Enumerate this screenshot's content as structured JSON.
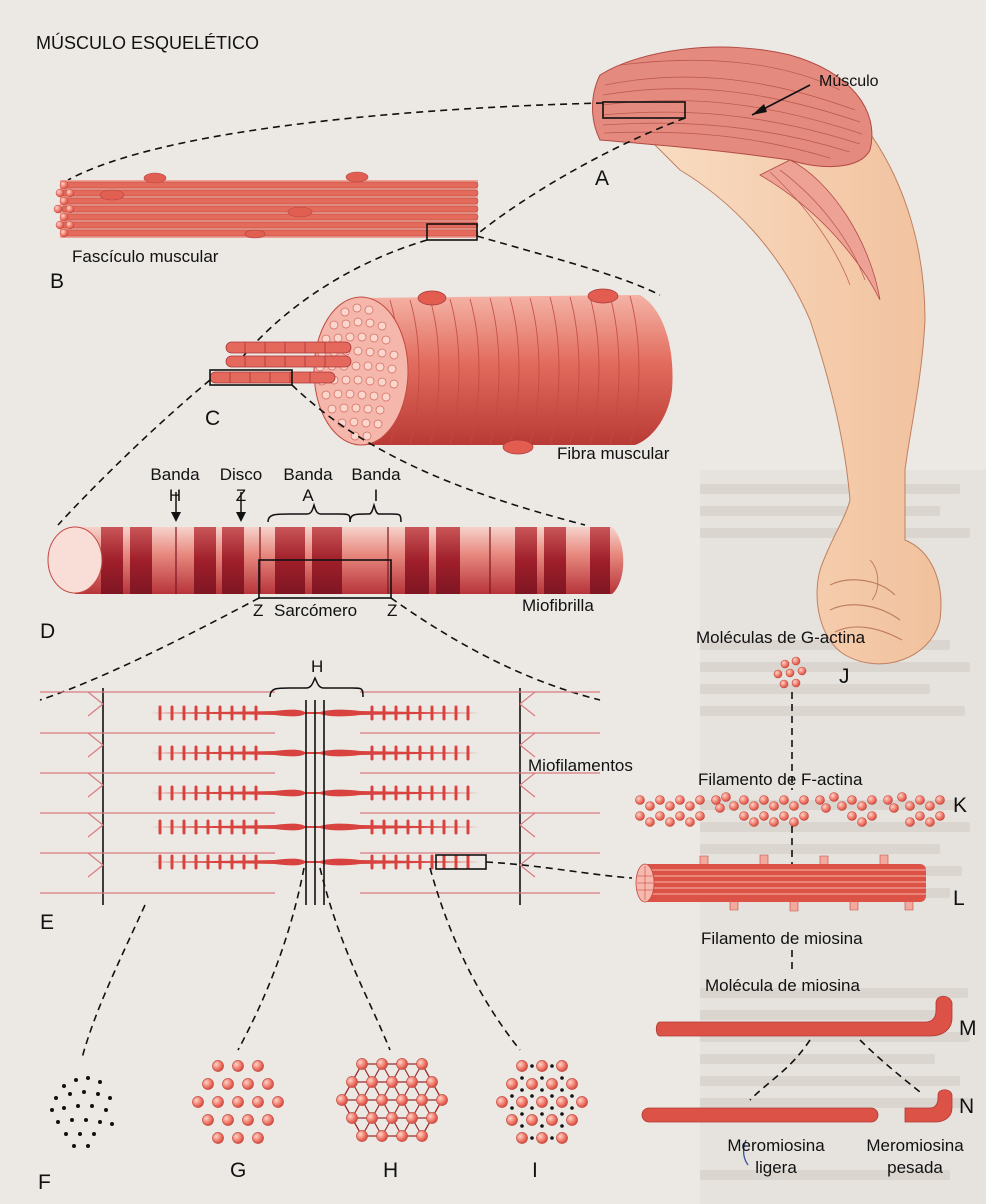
{
  "title": "MÚSCULO ESQUELÉTICO",
  "labels": {
    "musculo": "Músculo",
    "fasciculo": "Fascículo muscular",
    "fibra": "Fibra muscular",
    "banda_h": "Banda",
    "banda_h2": "H",
    "disco_z": "Disco",
    "disco_z2": "Z",
    "banda_a": "Banda",
    "banda_a2": "A",
    "banda_i": "Banda",
    "banda_i2": "I",
    "sarcomero": "Sarcómero",
    "z_left": "Z",
    "z_right": "Z",
    "miofibrilla": "Miofibrilla",
    "h_zone": "H",
    "miofilamentos": "Miofilamentos",
    "g_actina": "Moléculas de G-actina",
    "f_actina": "Filamento de F-actina",
    "miosina_fil": "Filamento de miosina",
    "miosina_mol": "Molécula de miosina",
    "mero_ligera_1": "Meromiosina",
    "mero_ligera_2": "ligera",
    "mero_pesada_1": "Meromiosina",
    "mero_pesada_2": "pesada"
  },
  "letters": [
    "A",
    "B",
    "C",
    "D",
    "E",
    "F",
    "G",
    "H",
    "I",
    "J",
    "K",
    "L",
    "M",
    "N"
  ],
  "colors": {
    "muscle_red": "#d9534a",
    "muscle_dark": "#a3242a",
    "muscle_light": "#f2a79a",
    "skin": "#f6cfae",
    "line": "#111111"
  }
}
